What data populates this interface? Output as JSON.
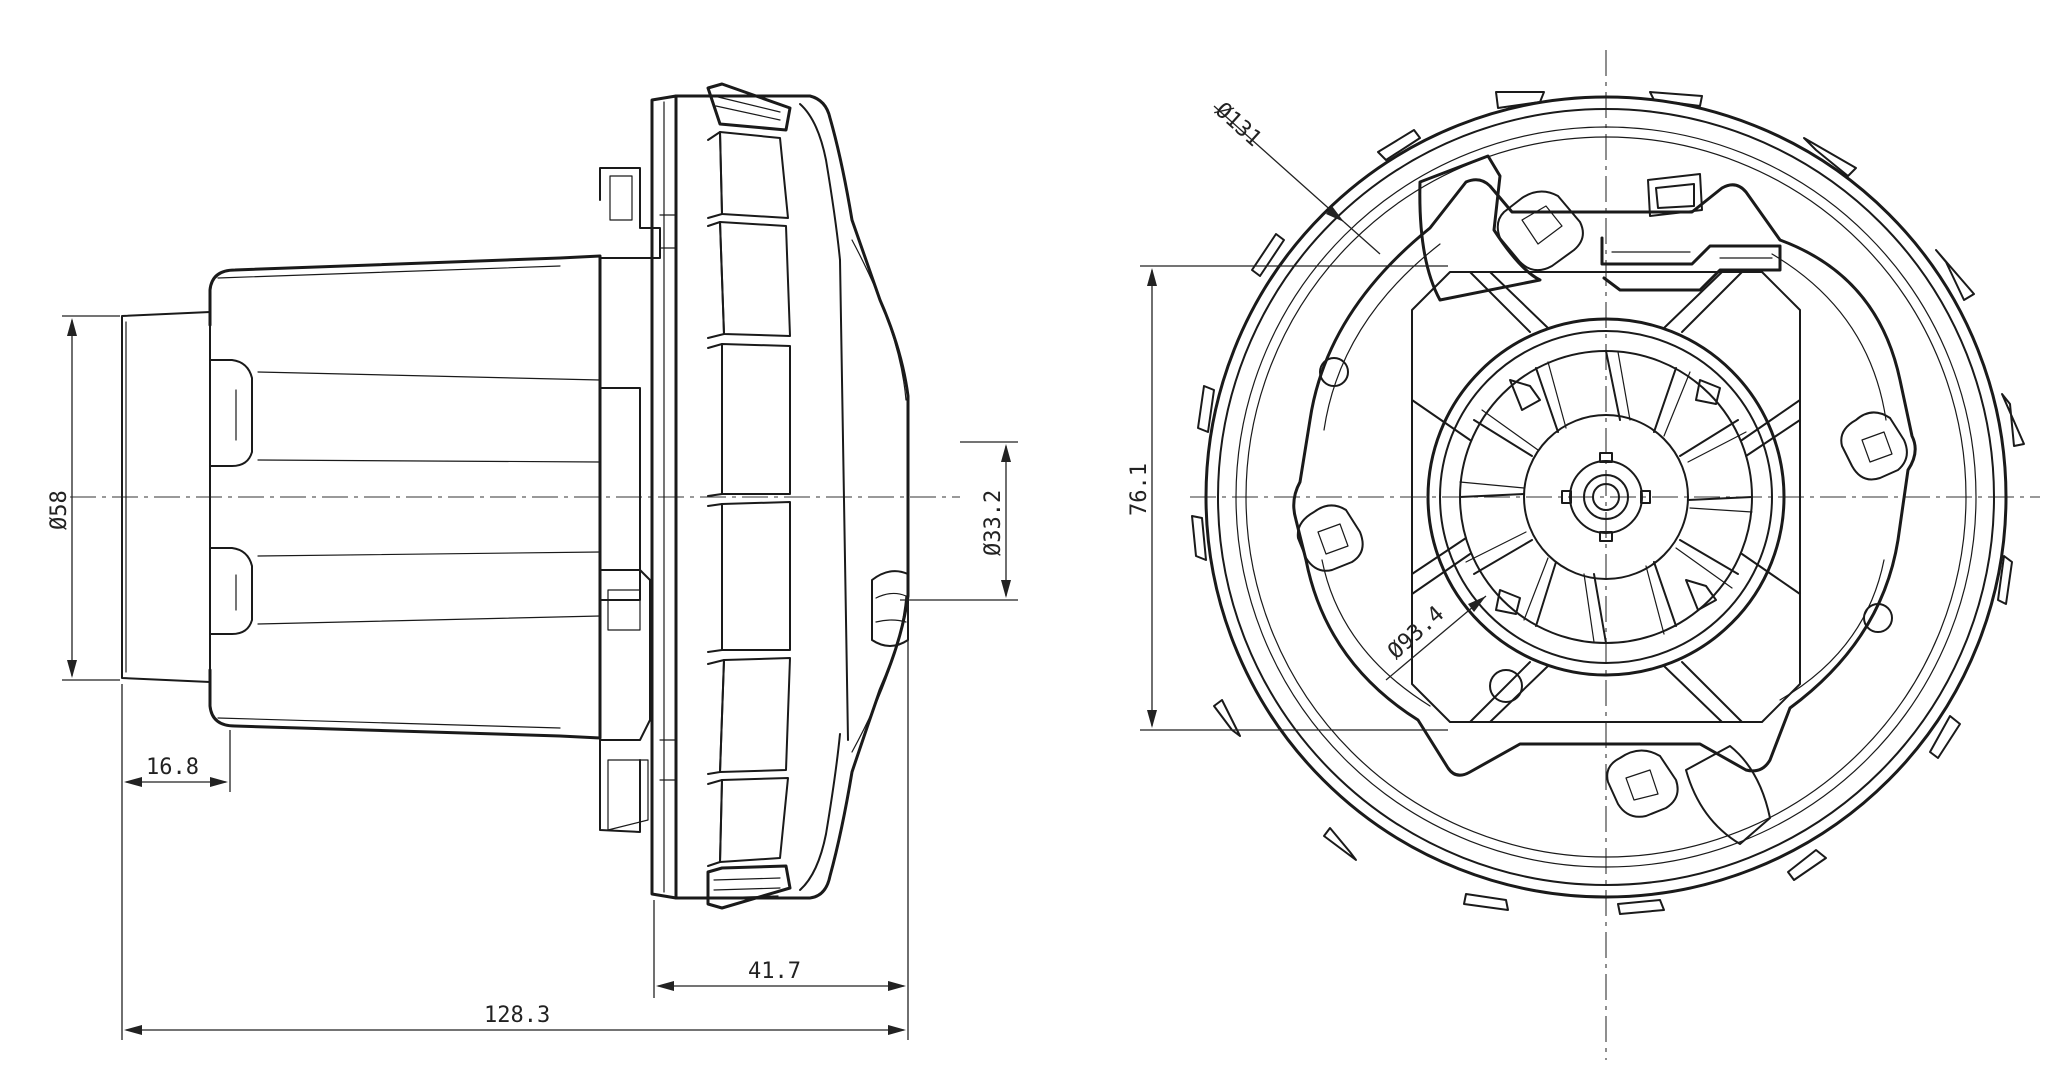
{
  "drawing": {
    "line_color": "#1a1a1a",
    "background": "#ffffff",
    "dimensions": {
      "d58": "Ø58",
      "d33": "Ø33.2",
      "len16": "16.8",
      "len41": "41.7",
      "len128": "128.3",
      "d131": "Ø131",
      "h76": "76.1",
      "d93": "Ø93.4"
    }
  }
}
